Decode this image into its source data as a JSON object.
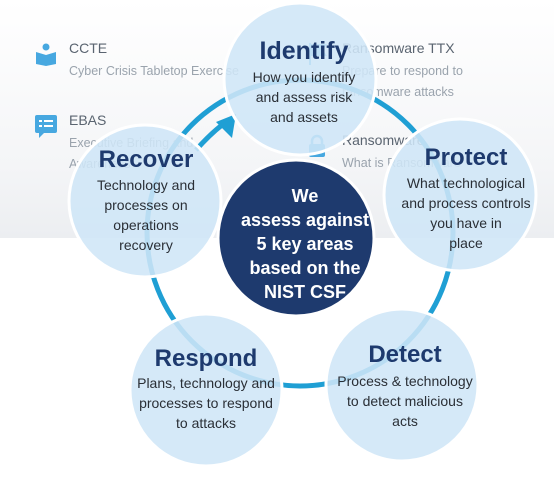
{
  "menu": {
    "items": [
      {
        "title": "CCTE",
        "subtitle": "Cyber Crisis Tabletop Exercise",
        "icon": "person-book-icon"
      },
      {
        "title": "EBAS",
        "subtitle": "Executive Briefing and",
        "subtitle2": "Awareness",
        "icon": "chat-doc-icon"
      },
      {
        "title": "Ransomware TTX",
        "subtitle": "Prepare to respond to",
        "subtitle2": "ransomware attacks",
        "icon": "flag-icon"
      },
      {
        "title": "Ransomware",
        "subtitle": "What is Ransomware",
        "icon": "lock-icon"
      }
    ]
  },
  "diagram": {
    "center": {
      "lines": [
        "We",
        "assess against",
        "5 key areas",
        "based on the",
        "NIST CSF"
      ]
    },
    "nodes": [
      {
        "key": "identify",
        "title": "Identify",
        "desc": [
          "How you identify",
          "and assess risk",
          "and assets"
        ]
      },
      {
        "key": "protect",
        "title": "Protect",
        "desc": [
          "What technological",
          "and process controls",
          "you have in",
          "place"
        ]
      },
      {
        "key": "detect",
        "title": "Detect",
        "desc": [
          "Process & technology",
          "to detect malicious",
          "acts"
        ]
      },
      {
        "key": "respond",
        "title": "Respond",
        "desc": [
          "Plans, technology and",
          "processes to respond",
          "to attacks"
        ]
      },
      {
        "key": "recover",
        "title": "Recover",
        "desc": [
          "Technology and",
          "processes on",
          "operations",
          "recovery"
        ]
      }
    ],
    "colors": {
      "ring": "#1f9fd4",
      "node_fill": "#cfe6f7",
      "node_stroke": "#ffffff",
      "center_fill": "#1e3a6e",
      "title": "#1e3a6e",
      "menu_icon": "#47a8e0"
    }
  }
}
